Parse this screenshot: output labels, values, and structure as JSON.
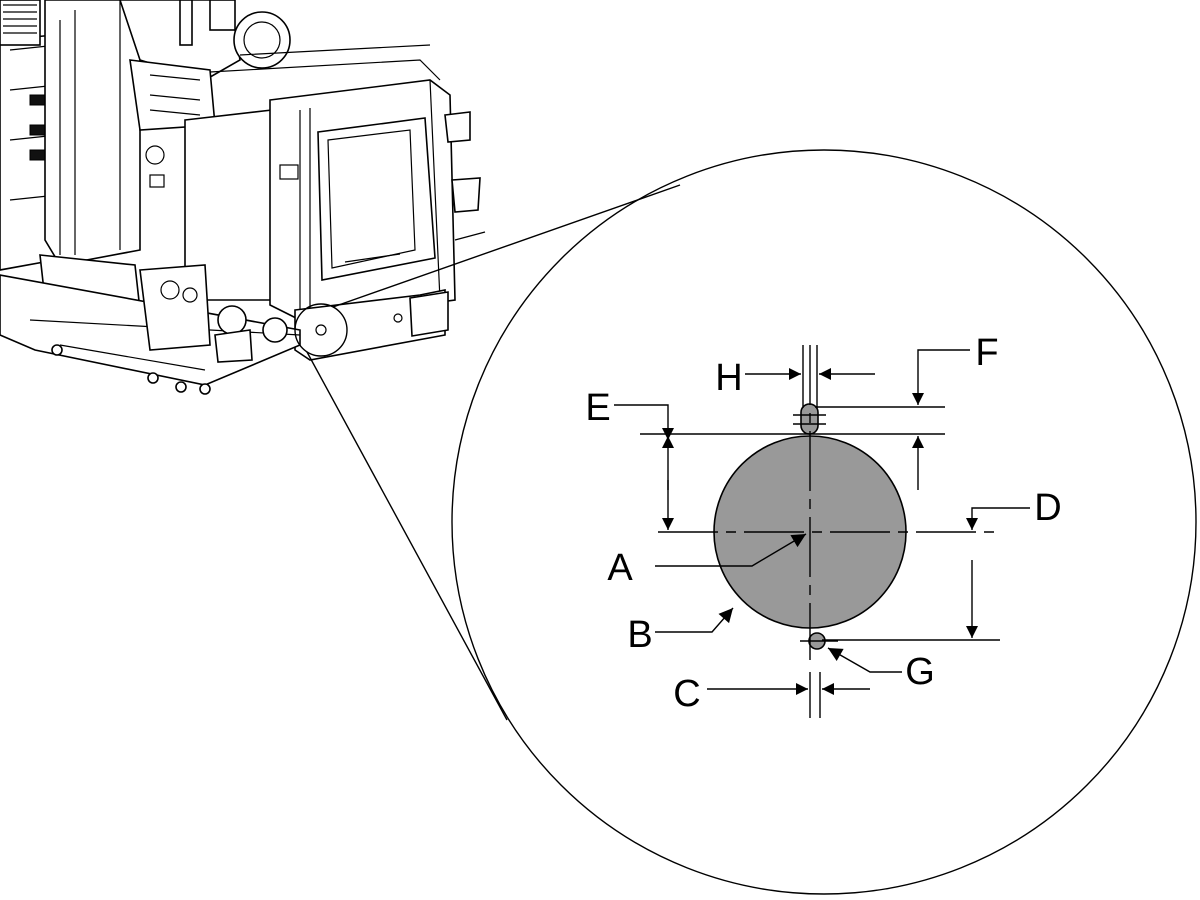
{
  "labels": {
    "A": "A",
    "B": "B",
    "C": "C",
    "D": "D",
    "E": "E",
    "F": "F",
    "G": "G",
    "H": "H"
  },
  "colors": {
    "fill": "#999999",
    "line": "#000000",
    "background": "#ffffff"
  }
}
